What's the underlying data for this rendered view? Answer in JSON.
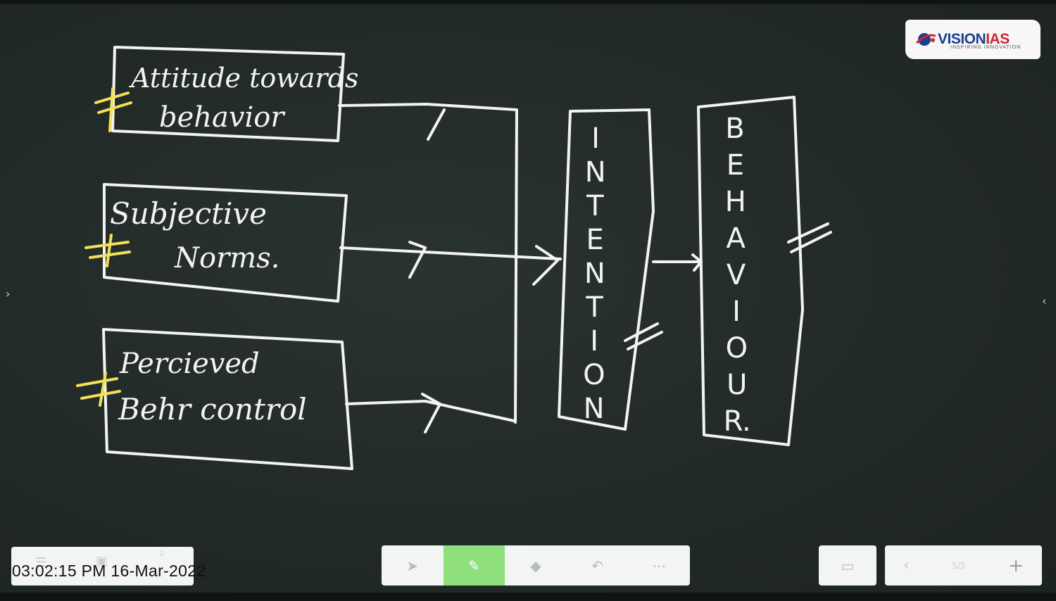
{
  "logo": {
    "brand_vision": "VISION",
    "brand_ias": "IAS",
    "tagline": "INSPIRING INNOVATION",
    "colors": {
      "blue": "#1b3f8f",
      "red": "#d0262d"
    }
  },
  "diagram": {
    "box_attitude": {
      "line1": "Attitude towards",
      "line2": "behavior"
    },
    "box_subjective": {
      "line1": "Subjective",
      "line2": "Norms."
    },
    "box_perceived": {
      "line1": "Percieved",
      "line2": "Behr control"
    },
    "intention_letters": [
      "I",
      "N",
      "T",
      "E",
      "N",
      "T",
      "I",
      "O",
      "N"
    ],
    "behaviour_letters": [
      "B",
      "E",
      "H",
      "A",
      "V",
      "I",
      "O",
      "U",
      "R."
    ],
    "chalk_color": "#f4f4ef",
    "highlight_color": "#f2e05a"
  },
  "toolbar": {
    "timestamp": "03:02:15 PM 16-Mar-2022",
    "page_indicator": "5/5",
    "icons": [
      "pointer-icon",
      "pen-icon",
      "eraser-icon",
      "undo-icon",
      "more-icon",
      "screen-icon",
      "prev-icon",
      "add-icon"
    ]
  },
  "colors": {
    "board": "#222a28",
    "active_tool": "#8fe07d",
    "panel": "#f3f4f4"
  }
}
